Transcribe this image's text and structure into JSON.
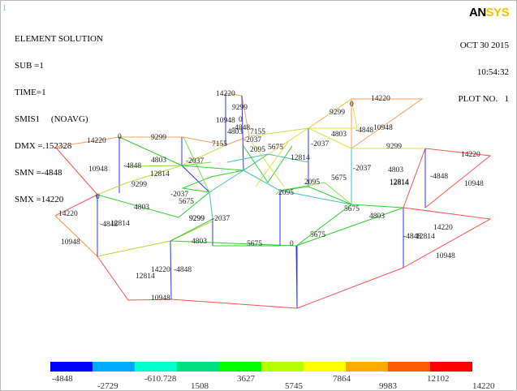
{
  "window_number": "1",
  "title_lines": [
    "ELEMENT SOLUTION",
    "SUB =1",
    "TIME=1",
    "SMIS1     (NOAVG)",
    "DMX =.152328",
    "SMN =-4848",
    "SMX =14220"
  ],
  "date": "OCT 30 2015",
  "time": "10:54:32",
  "plot_no": "PLOT NO.   1",
  "logo": {
    "an": "AN",
    "sys": "SYS"
  },
  "legend": {
    "colors": [
      "#0000ff",
      "#00aaff",
      "#00ffcc",
      "#00e080",
      "#00ff00",
      "#b4ff00",
      "#ffff00",
      "#ffaa00",
      "#ff5a00",
      "#ff0000"
    ],
    "ticks_top": [
      "-4848",
      "-610.728",
      "3627",
      "7864",
      "12102"
    ],
    "ticks_bottom": [
      "-2729",
      "1508",
      "5745",
      "9983",
      "14220"
    ]
  },
  "model_labels": [
    "14220",
    "9299",
    "10948",
    "0",
    "-4848",
    "4803",
    "-2037",
    "7155",
    "2095",
    "5675",
    "12814",
    "14220",
    "0",
    "9299",
    "-4848",
    "4803",
    "-2037",
    "7155",
    "12814",
    "10948",
    "14220",
    "0",
    "9299",
    "-4848",
    "4803",
    "-2037",
    "12814",
    "10948",
    "5675",
    "2095",
    "14220",
    "10948",
    "-4848",
    "12814",
    "4803",
    "9299",
    "-2037",
    "5675",
    "2095",
    "14220",
    "10948",
    "-4848",
    "12814",
    "0",
    "4803",
    "-2037",
    "9299",
    "5675",
    "14220",
    "-4848",
    "12814",
    "10948",
    "4803",
    "5675",
    "-2037",
    "9299",
    "14220",
    "-4848",
    "12814",
    "10948",
    "5675",
    "0",
    "4803",
    "9299"
  ]
}
